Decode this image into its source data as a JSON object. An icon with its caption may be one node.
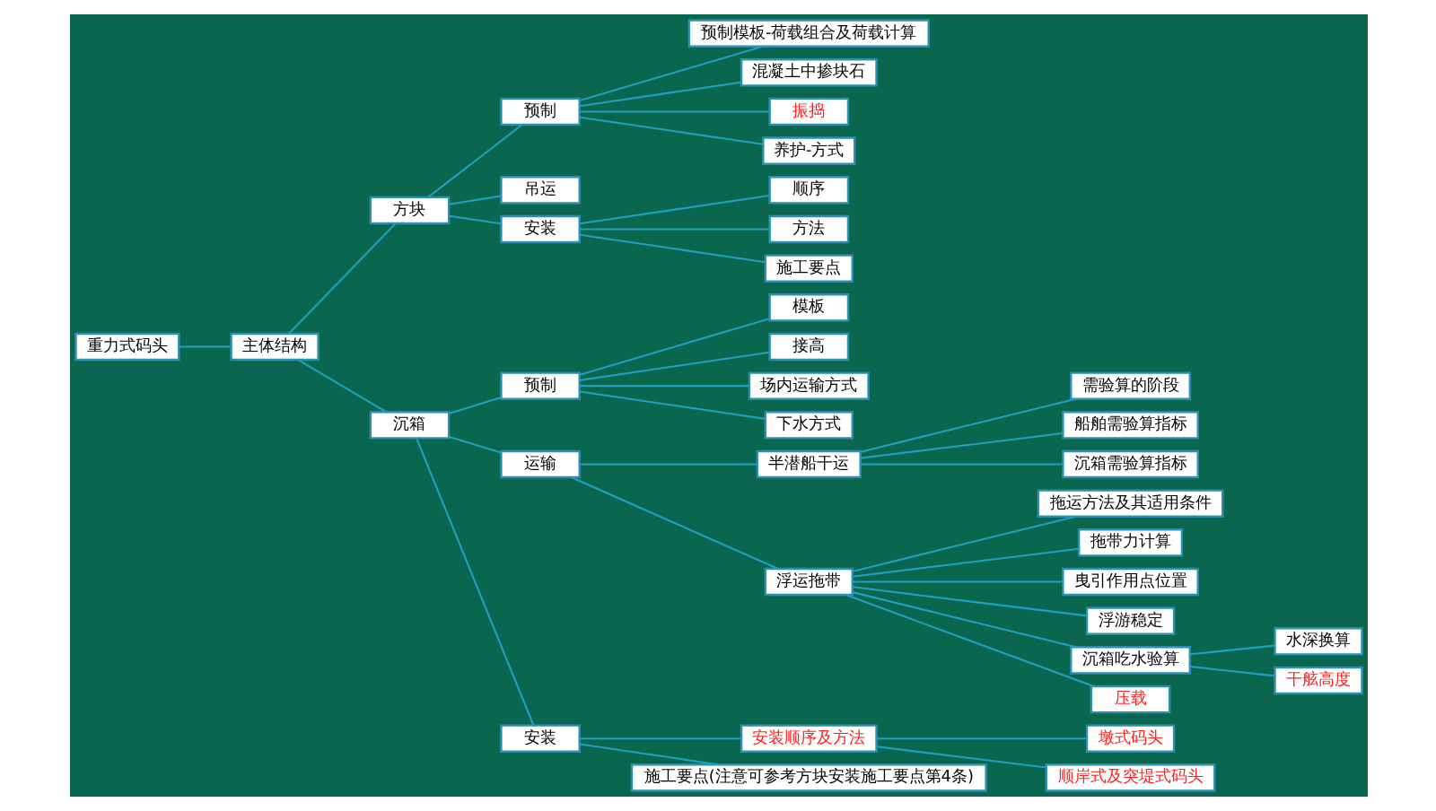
{
  "diagram": {
    "nodes": [
      {
        "text": [
          "重力式码头"
        ]
      },
      {
        "text": [
          "主体结构"
        ]
      },
      {
        "text": [
          "方块"
        ]
      },
      {
        "text": [
          "预制"
        ]
      },
      {
        "text": [
          "预制模板-荷载组合及荷载计算"
        ]
      },
      {
        "text": [
          "混凝土中掺块石"
        ]
      },
      {
        "text": [
          "振捣"
        ]
      },
      {
        "text": [
          "养护-方式"
        ]
      },
      {
        "text": [
          "吊运"
        ]
      },
      {
        "text": [
          "安装"
        ]
      },
      {
        "text": [
          "顺序"
        ]
      },
      {
        "text": [
          "方法"
        ]
      },
      {
        "text": [
          "施工要点"
        ]
      },
      {
        "text": [
          "沉箱"
        ]
      },
      {
        "text": [
          "预制"
        ]
      },
      {
        "text": [
          "模板"
        ]
      },
      {
        "text": [
          "接高"
        ]
      },
      {
        "text": [
          "场内运输方式"
        ]
      },
      {
        "text": [
          "下水方式"
        ]
      },
      {
        "text": [
          "运输"
        ]
      },
      {
        "text": [
          "半潜船干运"
        ]
      },
      {
        "text": [
          "需验算的阶段"
        ]
      },
      {
        "text": [
          "船舶需验算指标"
        ]
      },
      {
        "text": [
          "沉箱需验算指标"
        ]
      },
      {
        "text": [
          "浮运拖带"
        ]
      },
      {
        "text": [
          "拖运方法及其适用条件"
        ]
      },
      {
        "text": [
          "拖带力计算"
        ]
      },
      {
        "text": [
          "曳引作用点位置"
        ]
      },
      {
        "text": [
          "浮游稳定"
        ]
      },
      {
        "text": [
          "沉箱吃水验算"
        ]
      },
      {
        "text": [
          "水深换算"
        ]
      },
      {
        "text": [
          "干舷高度"
        ]
      },
      {
        "text": [
          "压载"
        ]
      },
      {
        "text": [
          "安装"
        ]
      },
      {
        "text": [
          "安装顺序及方法"
        ]
      },
      {
        "text": [
          "墩式码头"
        ]
      },
      {
        "text": [
          "顺岸式及突堤式码头"
        ]
      },
      {
        "text": [
          "施工要点(注意可参考方块安装施工要点第4条)"
        ]
      }
    ],
    "edges": [
      {
        "from": 0,
        "to": 1,
        "arrow": "none"
      },
      {
        "from": 1,
        "to": 2,
        "arrow": "none"
      },
      {
        "from": 2,
        "to": 3,
        "arrow": "none"
      },
      {
        "from": 3,
        "to": 4,
        "arrow": "none"
      },
      {
        "from": 3,
        "to": 5,
        "arrow": "none"
      },
      {
        "from": 3,
        "to": 6,
        "arrow": "none"
      },
      {
        "from": 3,
        "to": 7,
        "arrow": "none"
      },
      {
        "from": 2,
        "to": 8,
        "arrow": "none"
      },
      {
        "from": 2,
        "to": 9,
        "arrow": "none"
      },
      {
        "from": 9,
        "to": 10,
        "arrow": "none"
      },
      {
        "from": 9,
        "to": 11,
        "arrow": "none"
      },
      {
        "from": 9,
        "to": 12,
        "arrow": "none"
      },
      {
        "from": 1,
        "to": 13,
        "arrow": "none"
      },
      {
        "from": 13,
        "to": 14,
        "arrow": "none"
      },
      {
        "from": 14,
        "to": 15,
        "arrow": "none"
      },
      {
        "from": 14,
        "to": 16,
        "arrow": "none"
      },
      {
        "from": 14,
        "to": 17,
        "arrow": "none"
      },
      {
        "from": 14,
        "to": 18,
        "arrow": "none"
      },
      {
        "from": 13,
        "to": 19,
        "arrow": "none"
      },
      {
        "from": 19,
        "to": 20,
        "arrow": "none"
      },
      {
        "from": 20,
        "to": 21,
        "arrow": "none"
      },
      {
        "from": 20,
        "to": 22,
        "arrow": "none"
      },
      {
        "from": 20,
        "to": 23,
        "arrow": "none"
      },
      {
        "from": 19,
        "to": 24,
        "arrow": "none"
      },
      {
        "from": 24,
        "to": 25,
        "arrow": "none"
      },
      {
        "from": 24,
        "to": 26,
        "arrow": "none"
      },
      {
        "from": 24,
        "to": 27,
        "arrow": "none"
      },
      {
        "from": 24,
        "to": 28,
        "arrow": "none"
      },
      {
        "from": 24,
        "to": 29,
        "arrow": "none"
      },
      {
        "from": 29,
        "to": 30,
        "arrow": "none"
      },
      {
        "from": 29,
        "to": 31,
        "arrow": "none"
      },
      {
        "from": 24,
        "to": 32,
        "arrow": "none"
      },
      {
        "from": 13,
        "to": 33,
        "arrow": "none"
      },
      {
        "from": 33,
        "to": 34,
        "arrow": "none"
      },
      {
        "from": 34,
        "to": 35,
        "arrow": "none"
      },
      {
        "from": 34,
        "to": 36,
        "arrow": "none"
      },
      {
        "from": 33,
        "to": 37,
        "arrow": "none"
      }
    ]
  }
}
